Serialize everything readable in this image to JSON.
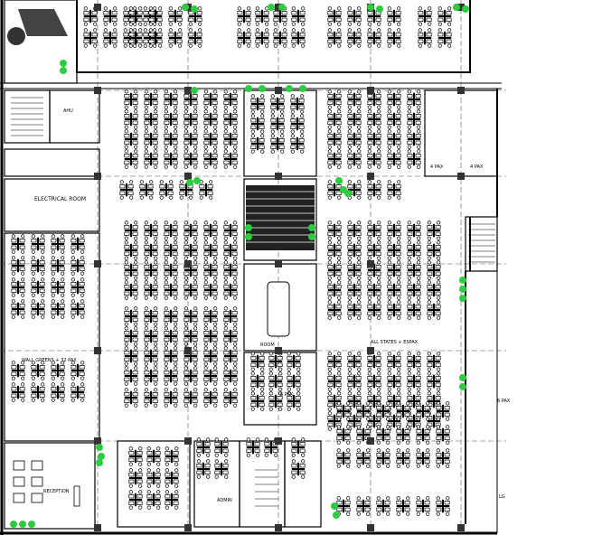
{
  "floor_plan": {
    "rooms": {
      "ahu": "AHU",
      "electrical": "ELECTRICAL ROOM",
      "reception": "RECEPTION",
      "admin": "ADMIN",
      "room_center": "ROOM",
      "all_states": "ALL STATES + ESPAX",
      "wall_greens": "WALL GREENS + 32 PAX"
    },
    "small_labels": [
      "4 PAX",
      "4 PAX",
      "6 PAX",
      "6 PAX",
      "LG"
    ]
  },
  "colors": {
    "plant": "#2ecc40",
    "line": "#000000",
    "column": "#333333",
    "grid_dash": "#555555",
    "table_fill": "#ffffff"
  }
}
